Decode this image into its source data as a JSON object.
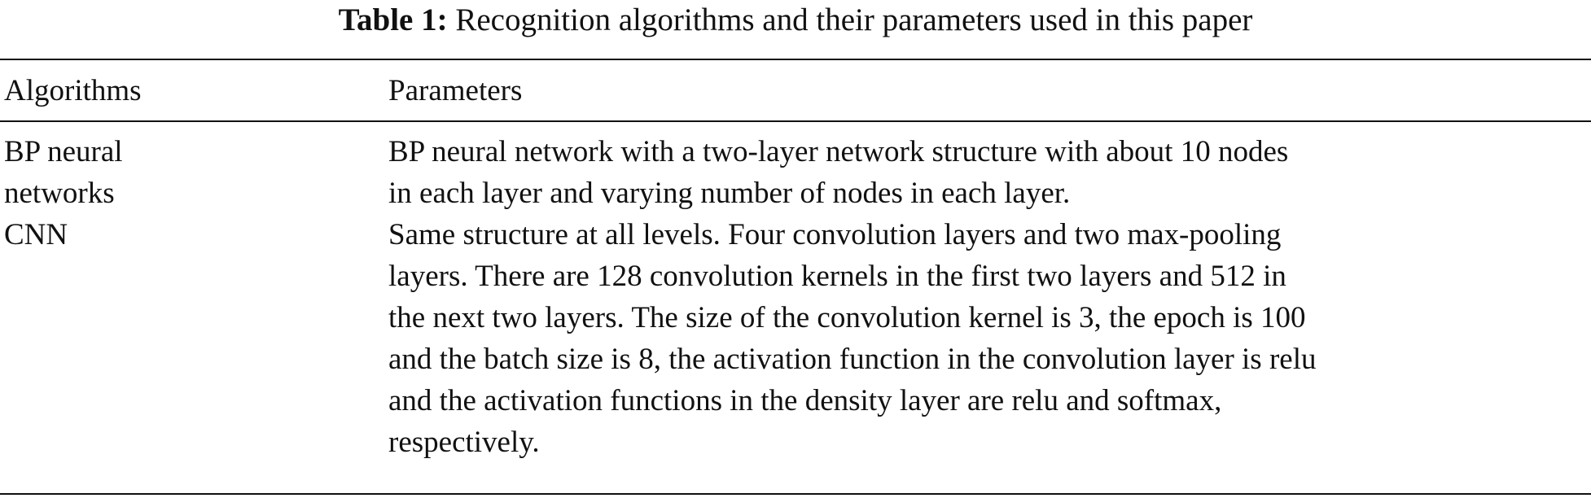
{
  "table": {
    "caption_label": "Table 1:",
    "caption_text": "Recognition algorithms and their parameters used in this paper",
    "columns": [
      "Algorithms",
      "Parameters"
    ],
    "rows": [
      {
        "algorithm_lines": [
          "BP neural",
          "networks"
        ],
        "parameter_lines": [
          "BP neural network with a two-layer network structure with about 10 nodes",
          "in each layer and varying number of nodes in each layer."
        ]
      },
      {
        "algorithm_lines": [
          "CNN"
        ],
        "parameter_lines": [
          "Same structure at all levels. Four convolution layers and two max-pooling",
          "layers. There are 128 convolution kernels in the first two layers and 512 in",
          "the next two layers. The size of the convolution kernel is 3, the epoch is 100",
          "and the batch size is 8, the activation function in the convolution layer is relu",
          "and the activation functions in the density layer are relu and softmax,",
          "respectively."
        ]
      }
    ]
  }
}
